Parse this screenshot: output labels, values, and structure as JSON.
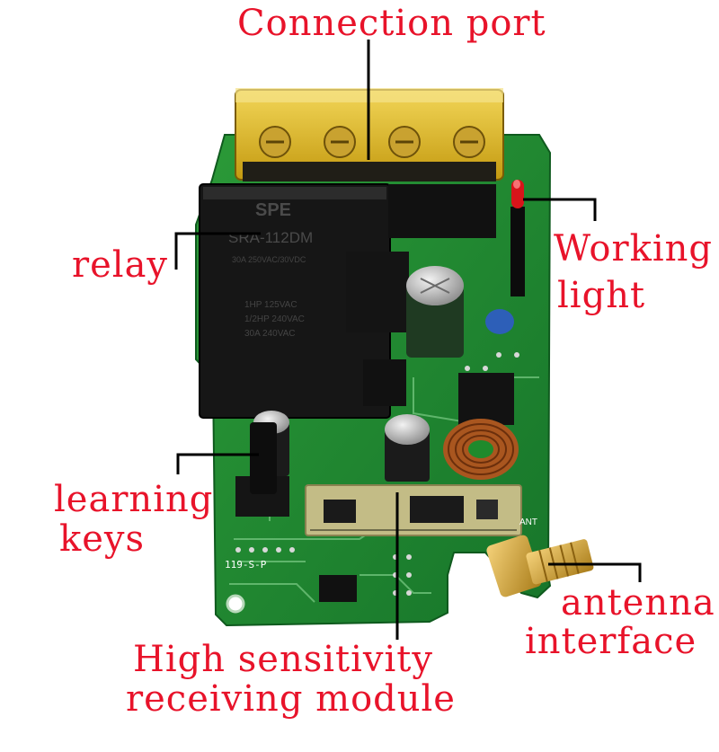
{
  "annotations": {
    "connection_port": "Connection port",
    "relay": "relay",
    "working_light_line1": "Working",
    "working_light_line2": "light",
    "learning_keys_line1": "learning",
    "learning_keys_line2": "keys",
    "antenna_interface_line1": "antenna",
    "antenna_interface_line2": "interface",
    "receiving_module_line1": "High sensitivity",
    "receiving_module_line2": "receiving module"
  },
  "board_markings": {
    "relay_brand": "SPE",
    "relay_model": "SRA-112DM",
    "relay_spec_1": "30A 250VAC/30VDC",
    "relay_spec_2": "1HP 125VAC",
    "relay_spec_3": "1/2HP 240VAC",
    "relay_spec_4": "30A 240VAC",
    "pcb_code": "119-S-P",
    "ant_mark": "ANT"
  },
  "colors": {
    "annotation_text": "#e8132a",
    "leader_line": "#000000",
    "pcb_green": "#1f8a2c",
    "terminal_yellow": "#e6c21a",
    "relay_black": "#151515",
    "led_red": "#d8141a",
    "antenna_gold": "#d4a32a"
  }
}
